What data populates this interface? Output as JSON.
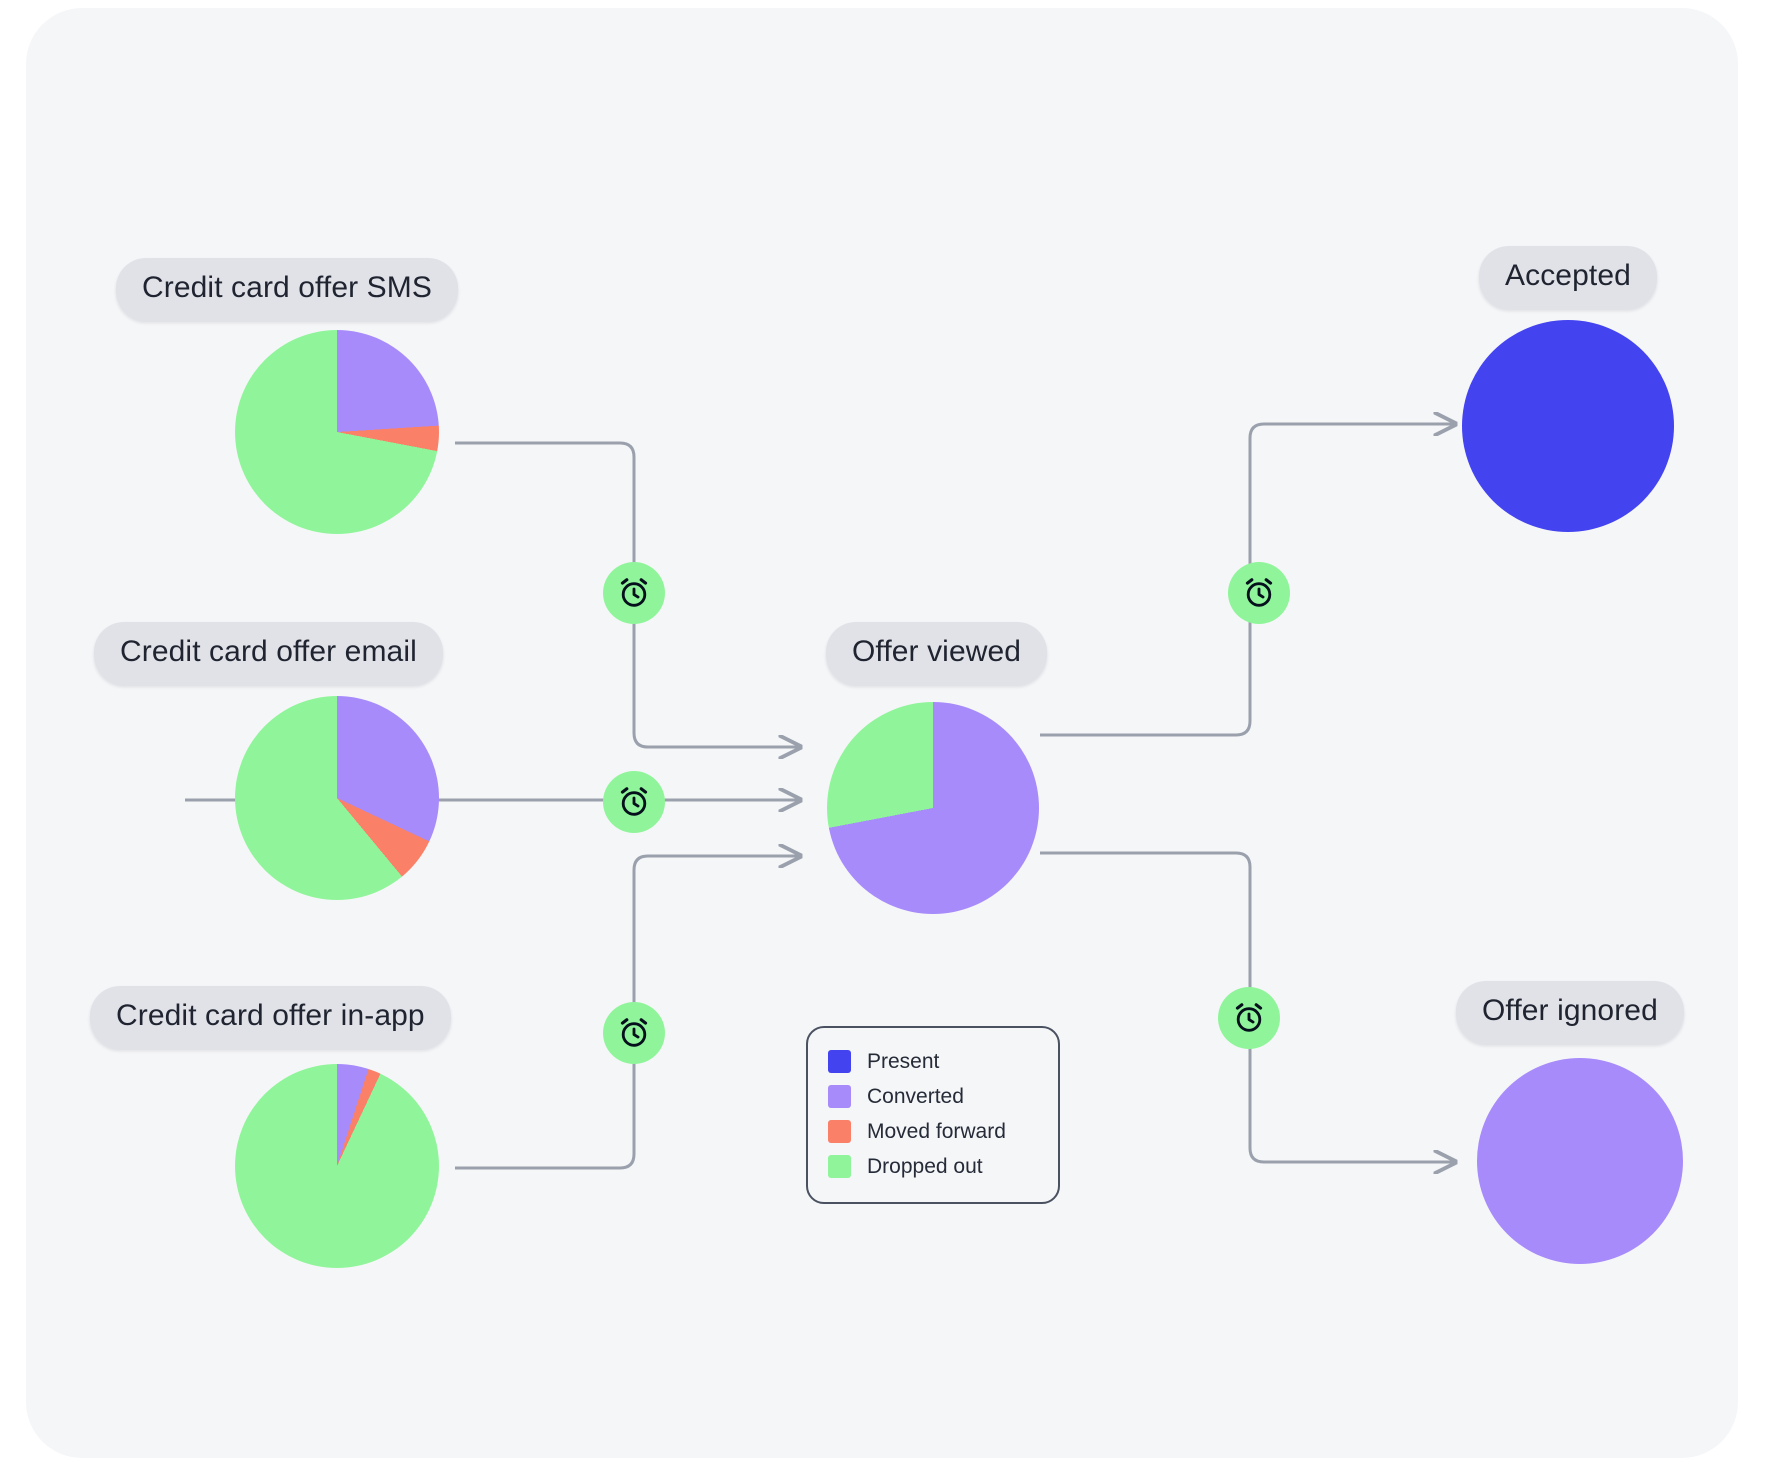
{
  "board": {
    "background": "#f5f6f8"
  },
  "colors": {
    "present": "#4343f0",
    "converted": "#a78bfa",
    "moved_forward": "#fa8167",
    "dropped_out": "#90f59a",
    "node_chip_bg": "#e1e2e8",
    "node_chip_text": "#1f2430",
    "connector": "#9aa1ad",
    "badge_bg": "#90f59a"
  },
  "nodes": [
    {
      "id": "sms",
      "label": "Credit card offer SMS"
    },
    {
      "id": "email",
      "label": "Credit card offer email"
    },
    {
      "id": "in_app",
      "label": "Credit card offer in-app"
    },
    {
      "id": "offer_viewed",
      "label": "Offer viewed"
    },
    {
      "id": "accepted",
      "label": "Accepted"
    },
    {
      "id": "offer_ignored",
      "label": "Offer ignored"
    }
  ],
  "badges": [
    {
      "id": "delay-sms",
      "icon": "alarm-clock-icon"
    },
    {
      "id": "delay-email",
      "icon": "alarm-clock-icon"
    },
    {
      "id": "delay-in-app",
      "icon": "alarm-clock-icon"
    },
    {
      "id": "delay-accepted",
      "icon": "alarm-clock-icon"
    },
    {
      "id": "delay-ignored",
      "icon": "alarm-clock-icon"
    }
  ],
  "legend": {
    "title": "",
    "items": [
      {
        "label": "Present",
        "color": "#4343f0"
      },
      {
        "label": "Converted",
        "color": "#a78bfa"
      },
      {
        "label": "Moved forward",
        "color": "#fa8167"
      },
      {
        "label": "Dropped out",
        "color": "#90f59a"
      }
    ]
  },
  "chart_data": [
    {
      "type": "pie",
      "id": "sms",
      "title": "Credit card offer SMS",
      "categories": [
        "Converted",
        "Moved forward",
        "Dropped out"
      ],
      "values": [
        24,
        4,
        72
      ],
      "colors": [
        "#a78bfa",
        "#fa8167",
        "#90f59a"
      ],
      "start_angle_deg": 0,
      "direction": "clockwise"
    },
    {
      "type": "pie",
      "id": "email",
      "title": "Credit card offer email",
      "categories": [
        "Converted",
        "Moved forward",
        "Dropped out"
      ],
      "values": [
        32,
        7,
        61
      ],
      "colors": [
        "#a78bfa",
        "#fa8167",
        "#90f59a"
      ],
      "start_angle_deg": 0,
      "direction": "clockwise"
    },
    {
      "type": "pie",
      "id": "in_app",
      "title": "Credit card offer in-app",
      "categories": [
        "Converted",
        "Moved forward",
        "Dropped out"
      ],
      "values": [
        5,
        2,
        93
      ],
      "colors": [
        "#a78bfa",
        "#fa8167",
        "#90f59a"
      ],
      "start_angle_deg": 0,
      "direction": "clockwise"
    },
    {
      "type": "pie",
      "id": "offer_viewed",
      "title": "Offer viewed",
      "categories": [
        "Converted",
        "Dropped out"
      ],
      "values": [
        72,
        28
      ],
      "colors": [
        "#a78bfa",
        "#90f59a"
      ],
      "start_angle_deg": 0,
      "direction": "clockwise"
    },
    {
      "type": "pie",
      "id": "accepted",
      "title": "Accepted",
      "categories": [
        "Present"
      ],
      "values": [
        100
      ],
      "colors": [
        "#4343f0"
      ],
      "start_angle_deg": 0,
      "direction": "clockwise"
    },
    {
      "type": "pie",
      "id": "offer_ignored",
      "title": "Offer ignored",
      "categories": [
        "Converted"
      ],
      "values": [
        100
      ],
      "colors": [
        "#a78bfa"
      ],
      "start_angle_deg": 0,
      "direction": "clockwise"
    }
  ]
}
